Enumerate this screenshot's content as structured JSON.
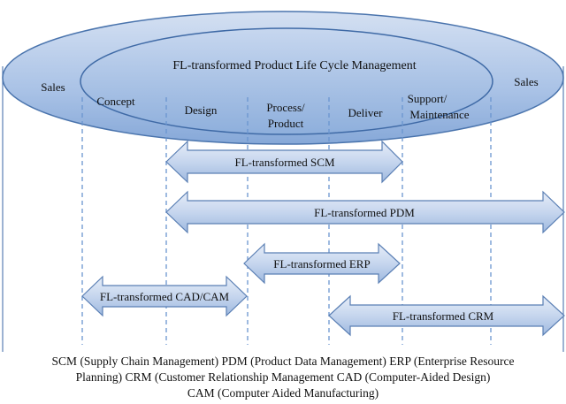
{
  "diagram": {
    "title": "FL-transformed Product Life Cycle Management",
    "outer_labels": {
      "left": "Sales",
      "right": "Sales"
    },
    "stages": {
      "concept": "Concept",
      "design": "Design",
      "process_1": "Process/",
      "process_2": "Product",
      "deliver": "Deliver",
      "support_1": "Support/",
      "support_2": "Maintenance"
    },
    "arrows": {
      "scm": "FL-transformed SCM",
      "pdm": "FL-transformed PDM",
      "erp": "FL-transformed ERP",
      "cadcam": "FL-transformed CAD/CAM",
      "crm": "FL-transformed CRM"
    },
    "caption": [
      "SCM (Supply Chain Management) PDM (Product Data Management) ERP (Enterprise Resource",
      "Planning) CRM (Customer Relationship Management CAD (Computer-Aided Design)",
      "CAM (Computer Aided Manufacturing)"
    ],
    "colors": {
      "ellipse_fill_top": "#c9d8ee",
      "ellipse_fill_bottom": "#8fb0dc",
      "ellipse_stroke": "#4a74ad",
      "arrow_fill_top": "#dfe8f5",
      "arrow_fill_bottom": "#a6bfe2",
      "arrow_stroke": "#5a7fb4",
      "guide": "#6a95cf"
    }
  }
}
